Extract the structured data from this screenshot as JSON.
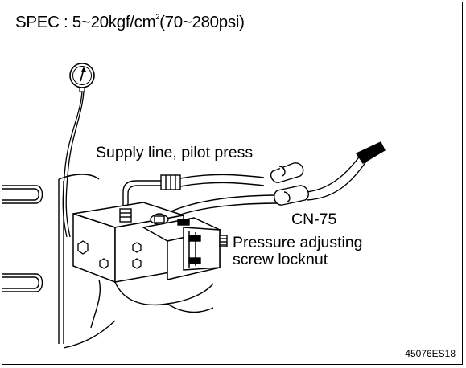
{
  "spec": {
    "prefix": "SPEC : 5~20kgf/cm",
    "superscript": "2",
    "suffix": "(70~280psi)"
  },
  "callouts": {
    "supply_line": "Supply line, pilot press",
    "connector": "CN-75",
    "pressure_line1": "Pressure adjusting",
    "pressure_line2": "screw locknut"
  },
  "figure_code": "45076ES18"
}
